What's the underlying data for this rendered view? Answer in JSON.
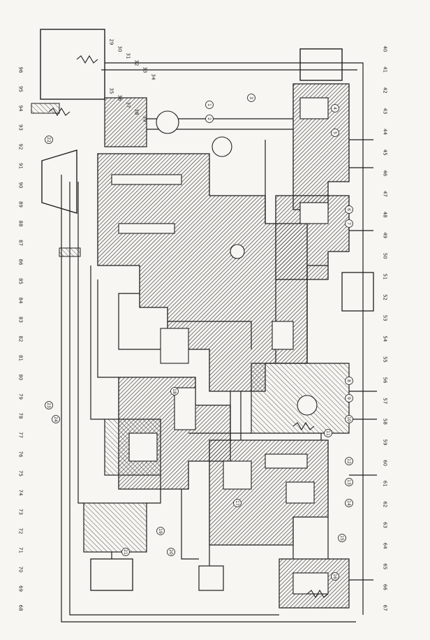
{
  "colors": {
    "paper": "#f7f6f2",
    "ink": "#1e1e1e",
    "hatch": "#3a3a3a",
    "light_hatch": "#8a8a8a"
  },
  "right_labels": [
    "40",
    "41",
    "42",
    "43",
    "44",
    "45",
    "46",
    "47",
    "48",
    "49",
    "50",
    "51",
    "52",
    "53",
    "54",
    "55",
    "56",
    "57",
    "58",
    "59",
    "60",
    "61",
    "62",
    "63",
    "64",
    "65",
    "66",
    "67"
  ],
  "left_labels": [
    "96",
    "95",
    "94",
    "93",
    "92",
    "91",
    "90",
    "89",
    "88",
    "87",
    "86",
    "85",
    "84",
    "83",
    "82",
    "81",
    "80",
    "79",
    "78",
    "77",
    "76",
    "75",
    "74",
    "73",
    "72",
    "71",
    "70",
    "69",
    "68"
  ],
  "top_labels": [
    "29",
    "30",
    "31",
    "32",
    "33",
    "34",
    "35",
    "36",
    "37",
    "38",
    "39"
  ],
  "circled_labels": [
    "1",
    "2",
    "3",
    "4",
    "5",
    "6",
    "7",
    "8",
    "9",
    "10",
    "11",
    "12",
    "13",
    "14",
    "15",
    "16",
    "17",
    "18",
    "19",
    "20",
    "21",
    "22",
    "23",
    "24"
  ]
}
